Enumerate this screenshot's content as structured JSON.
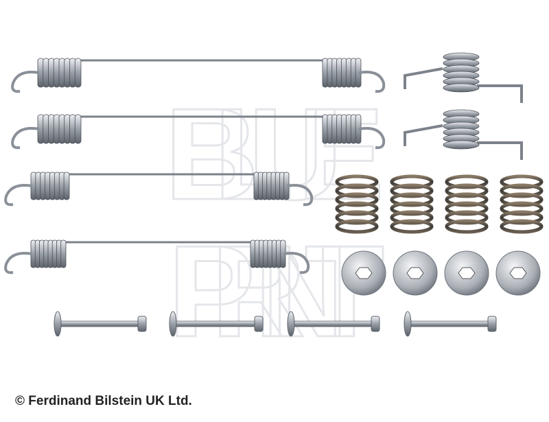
{
  "watermark": {
    "line1": "BLUE",
    "line2": "PRINT"
  },
  "copyright": "© Ferdinand Bilstein UK Ltd."
}
